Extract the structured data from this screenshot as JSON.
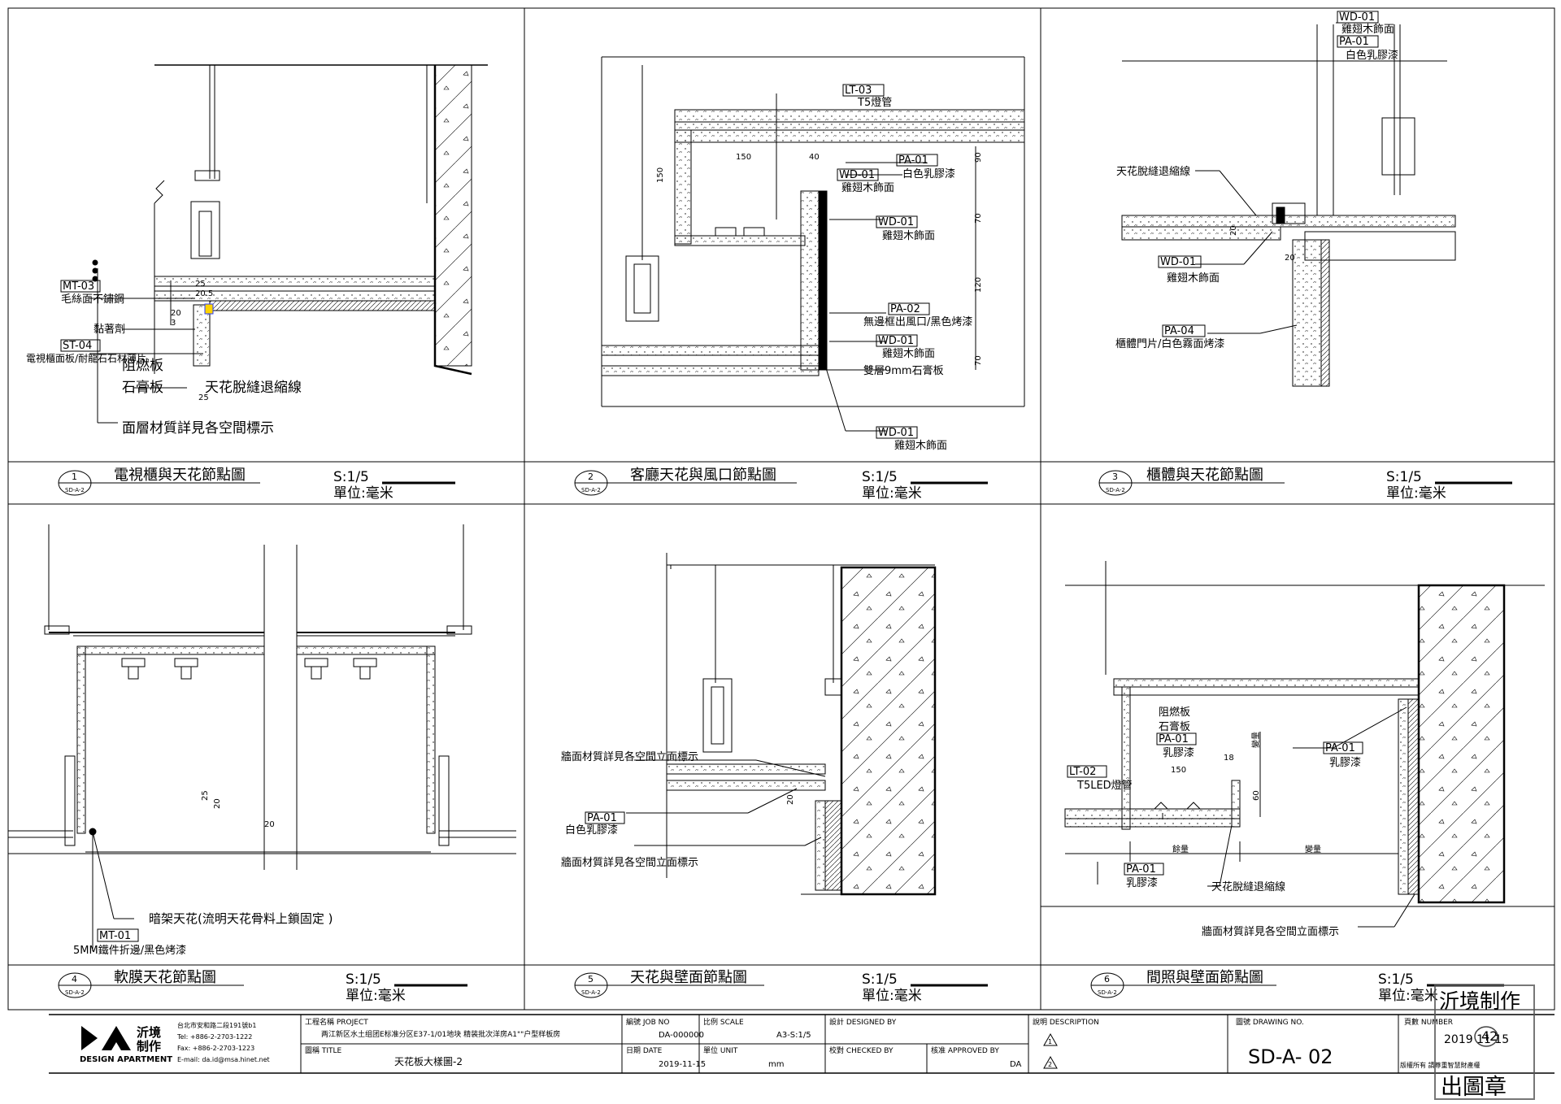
{
  "sheet": {
    "details": [
      {
        "no": "1",
        "ref": "SD-A-2",
        "title": "電視櫃與天花節點圖",
        "scale": "S:1/5",
        "unit": "單位:毫米",
        "annotations": [
          {
            "code": "MT-03",
            "text": "毛絲面不鏽鋼"
          },
          {
            "code": "",
            "text": "黏著劑"
          },
          {
            "code": "ST-04",
            "text": "電視櫃面板/耐龍石石材薄片"
          },
          {
            "code": "",
            "text": "阻燃板"
          },
          {
            "code": "",
            "text": "石膏板"
          },
          {
            "code": "",
            "text": "天花脫縫退縮線"
          },
          {
            "code": "",
            "text": "面層材質詳見各空間標示"
          }
        ],
        "dims": [
          "25",
          "20.5",
          "20",
          "3",
          "25"
        ]
      },
      {
        "no": "2",
        "ref": "SD-A-2",
        "title": "客廳天花與風口節點圖",
        "scale": "S:1/5",
        "unit": "單位:毫米",
        "annotations": [
          {
            "code": "LT-03",
            "text": "T5燈管"
          },
          {
            "code": "PA-01",
            "text": "白色乳膠漆"
          },
          {
            "code": "WD-01",
            "text": "雞翅木飾面"
          },
          {
            "code": "WD-01",
            "text": "雞翅木飾面"
          },
          {
            "code": "PA-02",
            "text": "無邊框出風口/黑色烤漆"
          },
          {
            "code": "WD-01",
            "text": "雞翅木飾面"
          },
          {
            "code": "",
            "text": "雙層9mm石膏板"
          },
          {
            "code": "WD-01",
            "text": "雞翅木飾面"
          }
        ],
        "dims": [
          "150",
          "40",
          "150",
          "90",
          "70",
          "120",
          "70"
        ]
      },
      {
        "no": "3",
        "ref": "SD-A-2",
        "title": "櫃體與天花節點圖",
        "scale": "S:1/5",
        "unit": "單位:毫米",
        "annotations": [
          {
            "code": "WD-01",
            "text": "雞翅木飾面"
          },
          {
            "code": "PA-01",
            "text": "白色乳膠漆"
          },
          {
            "code": "",
            "text": "天花脫縫退縮線"
          },
          {
            "code": "WD-01",
            "text": "雞翅木飾面"
          },
          {
            "code": "PA-04",
            "text": "櫃體門片/白色霧面烤漆"
          }
        ],
        "dims": [
          "20",
          "20"
        ]
      },
      {
        "no": "4",
        "ref": "SD-A-2",
        "title": "軟膜天花節點圖",
        "scale": "S:1/5",
        "unit": "單位:毫米",
        "annotations": [
          {
            "code": "",
            "text": "暗架天花(流明天花骨料上鎖固定 )"
          },
          {
            "code": "MT-01",
            "text": "5MM鐵件折邊/黑色烤漆"
          }
        ],
        "dims": [
          "25",
          "20",
          "20"
        ]
      },
      {
        "no": "5",
        "ref": "SD-A-2",
        "title": "天花與壁面節點圖",
        "scale": "S:1/5",
        "unit": "單位:毫米",
        "annotations": [
          {
            "code": "",
            "text": "牆面材質詳見各空間立面標示"
          },
          {
            "code": "PA-01",
            "text": "白色乳膠漆"
          },
          {
            "code": "",
            "text": "牆面材質詳見各空間立面標示"
          }
        ],
        "dims": [
          "20"
        ]
      },
      {
        "no": "6",
        "ref": "SD-A-2",
        "title": "間照與壁面節點圖",
        "scale": "S:1/5",
        "unit": "單位:毫米",
        "annotations": [
          {
            "code": "",
            "text": "阻燃板"
          },
          {
            "code": "",
            "text": "石膏板"
          },
          {
            "code": "PA-01",
            "text": "乳膠漆"
          },
          {
            "code": "PA-01",
            "text": "乳膠漆"
          },
          {
            "code": "LT-02",
            "text": "T5LED燈管"
          },
          {
            "code": "PA-01",
            "text": "乳膠漆"
          },
          {
            "code": "",
            "text": "天花脫縫退縮線"
          },
          {
            "code": "",
            "text": "牆面材質詳見各空間立面標示"
          }
        ],
        "dims": [
          "150",
          "18",
          "變量",
          "60",
          "餘量",
          "變量"
        ]
      }
    ]
  },
  "title_block": {
    "company_cn": "沂境\n制作",
    "company_en": "DESIGN APARTMENT",
    "address": "台北市安和路二段191號b1",
    "tel": "Tel: +886-2-2703-1222",
    "fax": "Fax: +886-2-2703-1223",
    "email": "E-mail: da.id@msa.hinet.net",
    "project_label": "工程名稱 PROJECT",
    "project": "两江新区水土组团E标准分区E37-1/01地块 精装批次洋房A1\"\"户型样板房",
    "drawing_title_label": "圖稱 TITLE",
    "drawing_title": "天花板大樣圖-2",
    "job_no_label": "編號 JOB NO",
    "job_no": "DA-000000",
    "date_label": "日期 DATE",
    "date": "2019-11-15",
    "scale_label": "比例 SCALE",
    "scale": "A3-S:1/5",
    "unit_label": "單位 UNIT",
    "unit": "mm",
    "designed_label": "設計 DESIGNED BY",
    "checked_label": "校對 CHECKED BY",
    "approved_label": "核准 APPROVED BY",
    "approved": "DA",
    "description_label": "說明 DESCRIPTION",
    "rev1": "1",
    "rev2": "2",
    "drawing_no_label": "圖號 DRAWING NO.",
    "drawing_no": "SD-A- 02",
    "page_label": "頁數 NUMBER",
    "page": "42",
    "copyright": "版權所有 請尊重智慧財產權",
    "stamp_top": "沂境制作",
    "stamp_date": "2019 11 15",
    "stamp_bottom": "出圖章"
  }
}
